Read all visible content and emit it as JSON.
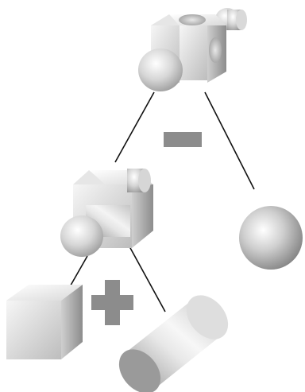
{
  "diagram": {
    "kind": "CSG tree",
    "root": {
      "shape": "result-solid",
      "operation": "difference",
      "children": [
        {
          "shape": "intermediate-solid",
          "operation": "union",
          "children": [
            {
              "shape": "cube"
            },
            {
              "shape": "cylinder"
            }
          ]
        },
        {
          "shape": "sphere"
        }
      ]
    },
    "operator_symbols": {
      "difference": "minus",
      "union": "plus"
    },
    "colors": {
      "background": "#ffffff",
      "edge_lines": "#111111",
      "operator": "#8c8c8c",
      "solid_light": "#f7f7f7",
      "solid_mid": "#cfcfcf",
      "solid_dark": "#8e8e8e"
    }
  }
}
